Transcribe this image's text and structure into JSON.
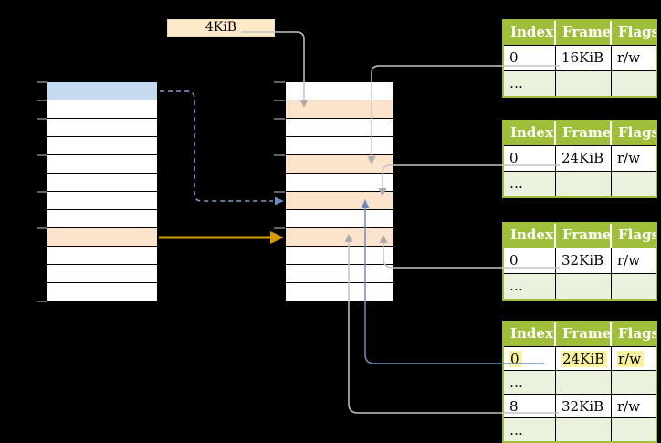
{
  "frame_size_label": "4KiB",
  "colors": {
    "background": "#000000",
    "table_header_green": "#9FBF3B",
    "table_row_light_green": "#EAF1DC",
    "highlight_yellow": "#FBF2A0",
    "virtual_page_blue": "#C5D9F1",
    "frame_orange": "#FCE3CB",
    "size_label_cream": "#FCEAC9",
    "arrow_orange": "#D79B00",
    "arrow_blue": "#6C8EBF",
    "arrow_gray": "#C4C4C4"
  },
  "virtual_memory": {
    "rows": [
      "blue",
      "white",
      "white",
      "white",
      "white",
      "white",
      "white",
      "white",
      "orange",
      "white",
      "white",
      "white"
    ]
  },
  "physical_memory": {
    "rows": [
      "white",
      "orange",
      "white",
      "white",
      "orange",
      "white",
      "orange",
      "white",
      "orange",
      "white",
      "white",
      "white"
    ]
  },
  "page_tables": [
    {
      "headers": [
        "Index",
        "Frame",
        "Flags"
      ],
      "rows": [
        {
          "cells": [
            "0",
            "16KiB",
            "r/w"
          ],
          "shade": "white",
          "highlight": false
        },
        {
          "cells": [
            "…",
            "",
            ""
          ],
          "shade": "green",
          "highlight": false
        }
      ]
    },
    {
      "headers": [
        "Index",
        "Frame",
        "Flags"
      ],
      "rows": [
        {
          "cells": [
            "0",
            "24KiB",
            "r/w"
          ],
          "shade": "white",
          "highlight": false
        },
        {
          "cells": [
            "…",
            "",
            ""
          ],
          "shade": "green",
          "highlight": false
        }
      ]
    },
    {
      "headers": [
        "Index",
        "Frame",
        "Flags"
      ],
      "rows": [
        {
          "cells": [
            "0",
            "32KiB",
            "r/w"
          ],
          "shade": "white",
          "highlight": false
        },
        {
          "cells": [
            "…",
            "",
            ""
          ],
          "shade": "green",
          "highlight": false
        }
      ]
    },
    {
      "headers": [
        "Index",
        "Frame",
        "Flags"
      ],
      "rows": [
        {
          "cells": [
            "0",
            "24KiB",
            "r/w"
          ],
          "shade": "white",
          "highlight": true
        },
        {
          "cells": [
            "…",
            "",
            ""
          ],
          "shade": "green",
          "highlight": false
        },
        {
          "cells": [
            "8",
            "32KiB",
            "r/w"
          ],
          "shade": "white",
          "highlight": false
        },
        {
          "cells": [
            "…",
            "",
            ""
          ],
          "shade": "green",
          "highlight": false
        }
      ]
    }
  ]
}
